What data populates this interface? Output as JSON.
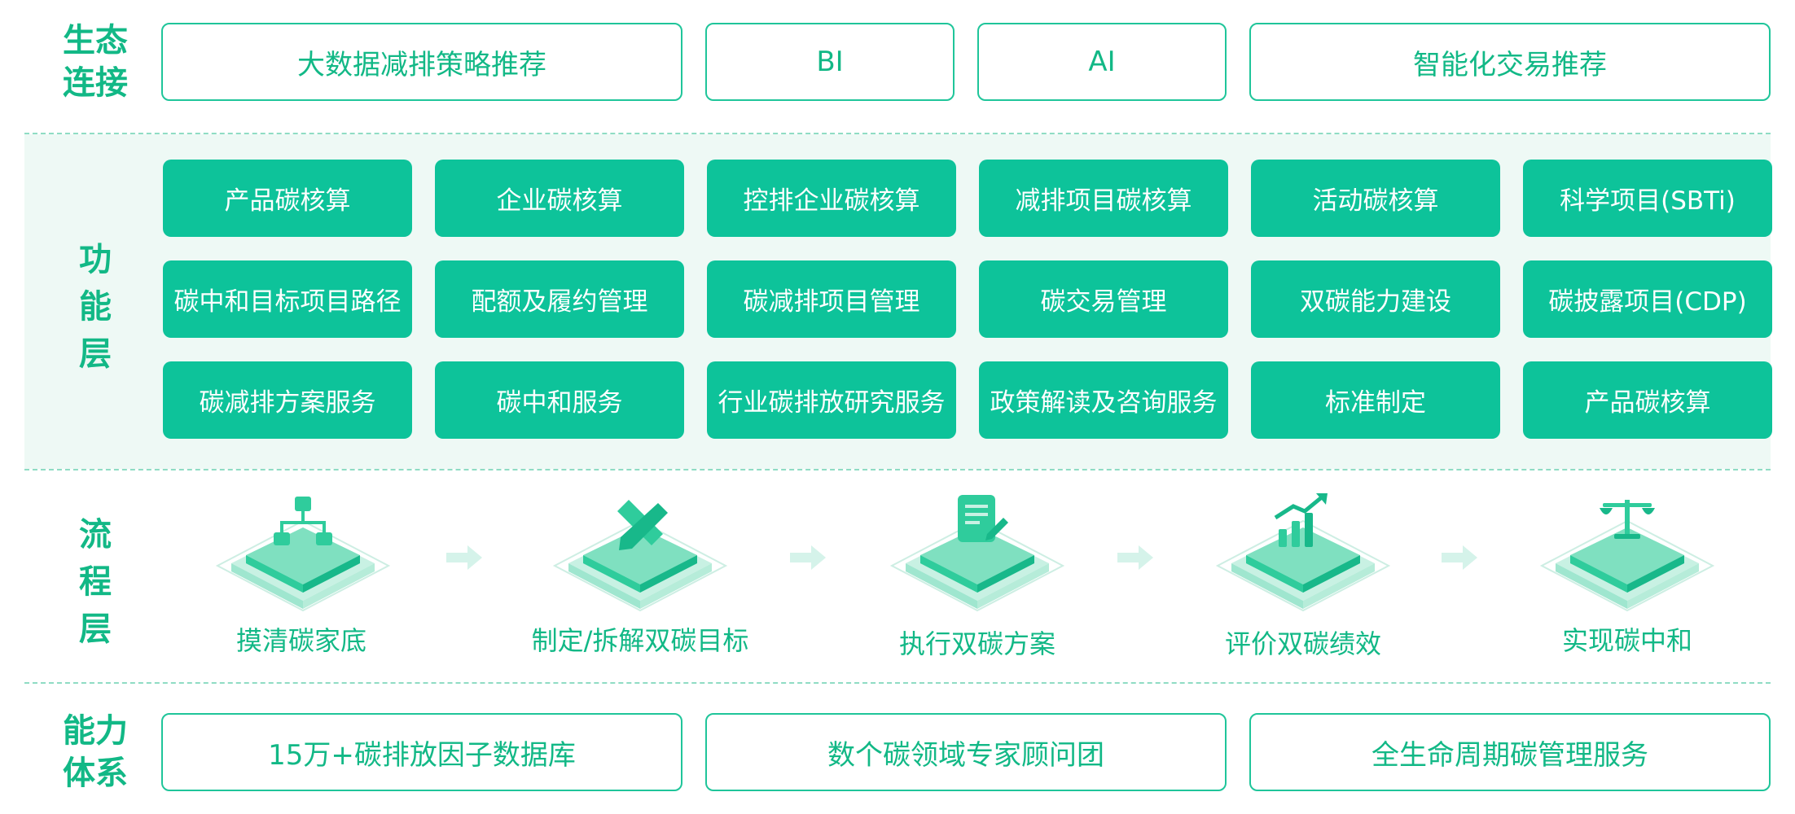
{
  "eco": {
    "label_line1": "生态",
    "label_line2": "连接",
    "items": [
      "大数据减排策略推荐",
      "BI",
      "AI",
      "智能化交易推荐"
    ]
  },
  "function": {
    "label_line1": "功",
    "label_line2": "能",
    "label_line3": "层",
    "rows": [
      [
        "产品碳核算",
        "企业碳核算",
        "控排企业碳核算",
        "减排项目碳核算",
        "活动碳核算",
        "科学项目(SBTi)"
      ],
      [
        "碳中和目标项目路径",
        "配额及履约管理",
        "碳减排项目管理",
        "碳交易管理",
        "双碳能力建设",
        "碳披露项目(CDP)"
      ],
      [
        "碳减排方案服务",
        "碳中和服务",
        "行业碳排放研究服务",
        "政策解读及咨询服务",
        "标准制定",
        "产品碳核算"
      ]
    ]
  },
  "process": {
    "label_line1": "流",
    "label_line2": "程",
    "label_line3": "层",
    "steps": [
      {
        "label": "摸清碳家底",
        "icon": "hierarchy-icon"
      },
      {
        "label": "制定/拆解双碳目标",
        "icon": "pencil-ruler-icon"
      },
      {
        "label": "执行双碳方案",
        "icon": "document-edit-icon"
      },
      {
        "label": "评价双碳绩效",
        "icon": "bar-chart-icon"
      },
      {
        "label": "实现碳中和",
        "icon": "balance-scale-icon"
      }
    ]
  },
  "capability": {
    "label_line1": "能力",
    "label_line2": "体系",
    "items": [
      "15万+碳排放因子数据库",
      "数个碳领域专家顾问团",
      "全生命周期碳管理服务"
    ]
  },
  "colors": {
    "accent": "#12b886",
    "box_fill": "#0dc39a",
    "panel_bg": "#eef9f5",
    "dash": "#8fdcc4"
  }
}
